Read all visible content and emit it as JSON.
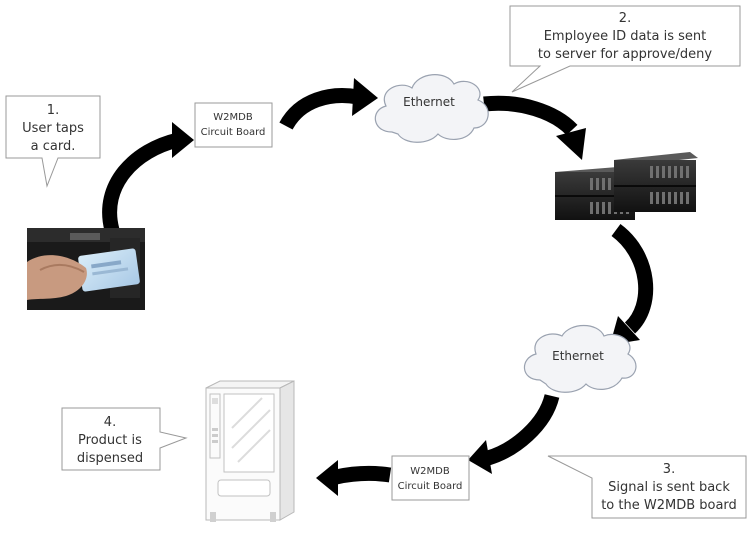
{
  "callouts": {
    "step1": {
      "lines": [
        "1.",
        "User taps",
        "a card."
      ]
    },
    "step2": {
      "lines": [
        "2.",
        "Employee ID data is sent",
        "to server for approve/deny"
      ]
    },
    "step3": {
      "lines": [
        "3.",
        "Signal is sent back",
        "to the W2MDB board"
      ]
    },
    "step4": {
      "lines": [
        "4.",
        "Product is",
        "dispensed"
      ]
    }
  },
  "boards": {
    "top": {
      "lines": [
        "W2MDB",
        "Circuit Board"
      ]
    },
    "bottom": {
      "lines": [
        "W2MDB",
        "Circuit Board"
      ]
    }
  },
  "clouds": {
    "top": {
      "label": "Ethernet"
    },
    "bottom": {
      "label": "Ethernet"
    }
  },
  "icons": [
    "card-tap-photo-icon",
    "server-rack-icon",
    "vending-machine-icon",
    "ethernet-cloud-icon",
    "curved-arrow-icon"
  ],
  "colors": {
    "arrow": "#000000",
    "cloud_fill": "#f3f4f7",
    "box_border": "#9a9a9a",
    "text": "#333333"
  }
}
